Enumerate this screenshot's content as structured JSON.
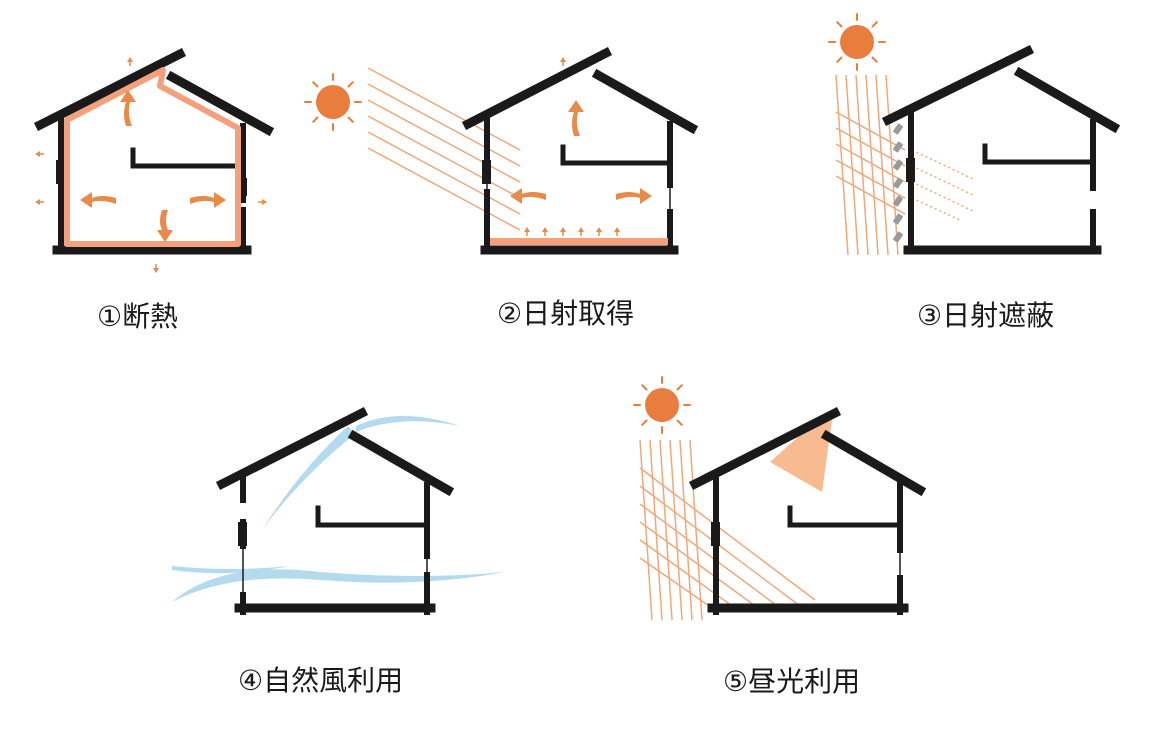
{
  "colors": {
    "structure": "#1a1a1a",
    "sun": "#e87d3e",
    "ray": "#f0a878",
    "heat": "#e88a48",
    "insulation": "#f4a07c",
    "wind": "#a8d4ec",
    "label": "#1a1a1a"
  },
  "icons": [
    "sun-icon",
    "heat-arrow-icon",
    "wind-stream-icon"
  ],
  "panels": [
    {
      "label": "①断熱"
    },
    {
      "label": "②日射取得"
    },
    {
      "label": "③日射遮蔽"
    },
    {
      "label": "④自然風利用"
    },
    {
      "label": "⑤昼光利用"
    }
  ]
}
